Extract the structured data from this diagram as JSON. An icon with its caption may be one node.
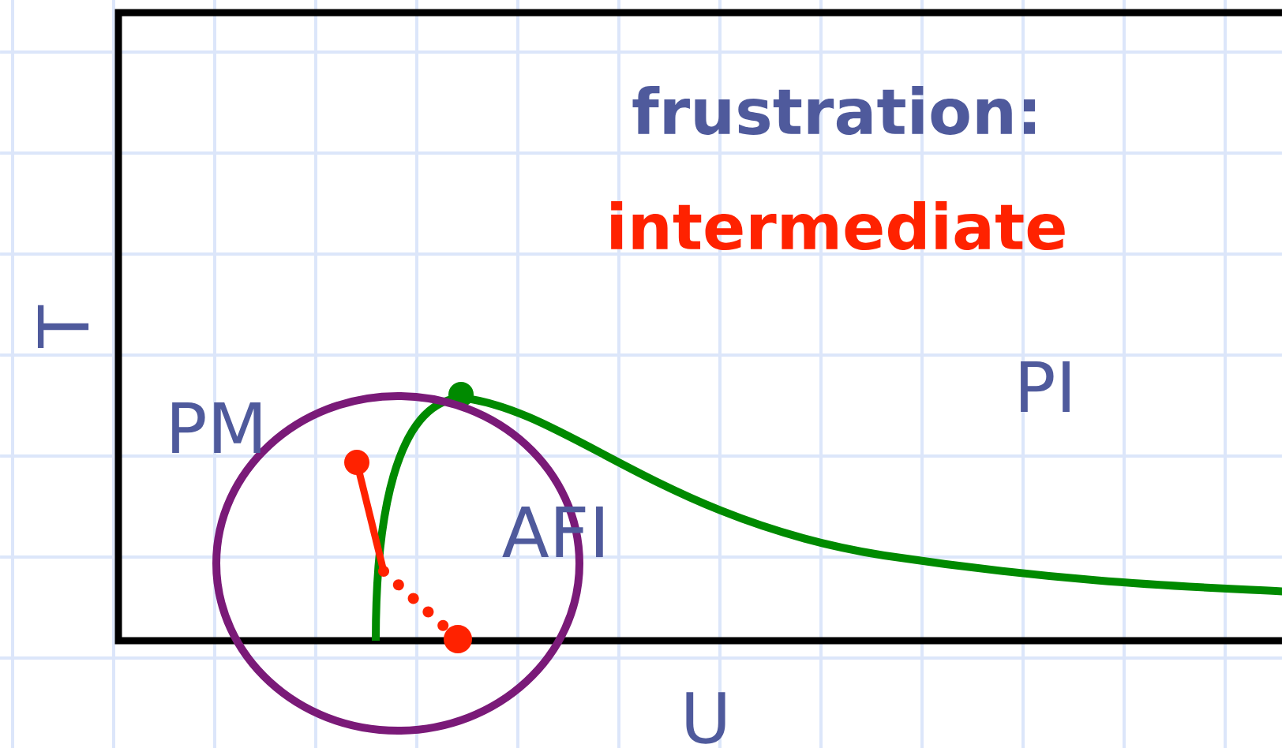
{
  "diagram": {
    "labels": [
      "frustration:",
      "intermediate",
      "T",
      "PM",
      "PI",
      "AFI",
      "U"
    ]
  }
}
